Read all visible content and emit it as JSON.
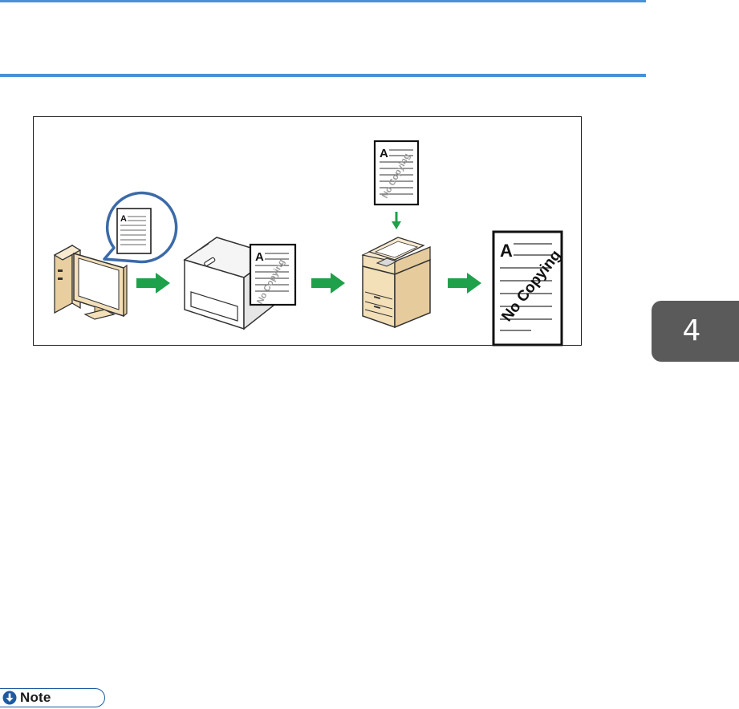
{
  "figure": {
    "doc_letter": "A",
    "watermark": "No Copying"
  },
  "chapter_tab": {
    "number": "4",
    "color": "#5a5a5a"
  },
  "note": {
    "label": "Note",
    "icon": "down-arrow-circle-icon"
  },
  "colors": {
    "accent": "#4a90d9",
    "arrow": "#1ea14a",
    "device_beige": "#f3dfb8",
    "bubble_border": "#3b6aa9"
  }
}
